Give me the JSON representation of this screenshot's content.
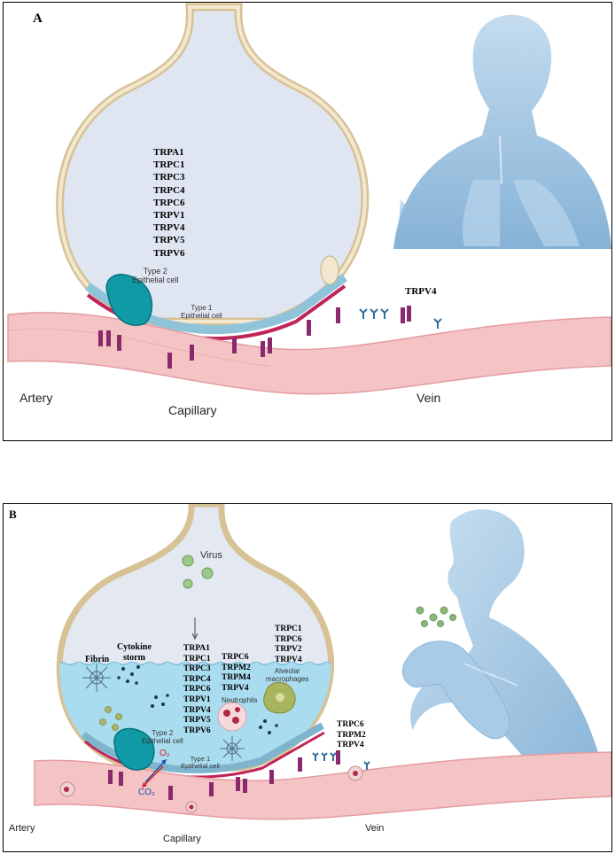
{
  "panel_a": {
    "letter": "A",
    "alveolus_channels": [
      "TRPA1",
      "TRPC1",
      "TRPC3",
      "TRPC4",
      "TRPC6",
      "TRPV1",
      "TRPV4",
      "TRPV5",
      "TRPV6"
    ],
    "type2_label_line1": "Type 2",
    "type2_label_line2": "Epithelial cell",
    "type1_label_line1": "Type 1",
    "type1_label_line2": "Epithelial cell",
    "vessel_channel": "TRPV4",
    "artery": "Artery",
    "capillary": "Capillary",
    "vein": "Vein"
  },
  "panel_b": {
    "letter": "B",
    "virus": "Virus",
    "fibrin": "Fibrin",
    "cytokine_line1": "Cytokine",
    "cytokine_line2": "storm",
    "epithelial_channels": [
      "TRPA1",
      "TRPC1",
      "TRPC3",
      "TRPC4",
      "TRPC6",
      "TRPV1",
      "TRPV4",
      "TRPV5",
      "TRPV6"
    ],
    "neutrophil_channels": [
      "TRPC6",
      "TRPM2",
      "TRPM4",
      "TRPV4"
    ],
    "neutrophils": "Neutrophils",
    "macrophage_channels": [
      "TRPC1",
      "TRPC6",
      "TRPV2",
      "TRPV4"
    ],
    "macrophage_line1": "Alveolar",
    "macrophage_line2": "macrophages",
    "vessel_channels": [
      "TRPC6",
      "TRPM2",
      "TRPV4"
    ],
    "type2_label_line1": "Type 2",
    "type2_label_line2": "Epithelial cell",
    "type1_label_line1": "Type 1",
    "type1_label_line2": "Epithelial cell",
    "o2": "O₂",
    "co2": "CO₂",
    "artery": "Artery",
    "capillary": "Capillary",
    "vein": "Vein"
  },
  "colors": {
    "alveolus_fill": "#dfe6f2",
    "alveolus_wall": "#e9d9b8",
    "type2_cell": "#0f9aa6",
    "vessel": "#f3c1c2",
    "channel": "#8a2a6d",
    "fluid": "#a9dcef",
    "human_body": "#9ec4e2"
  }
}
